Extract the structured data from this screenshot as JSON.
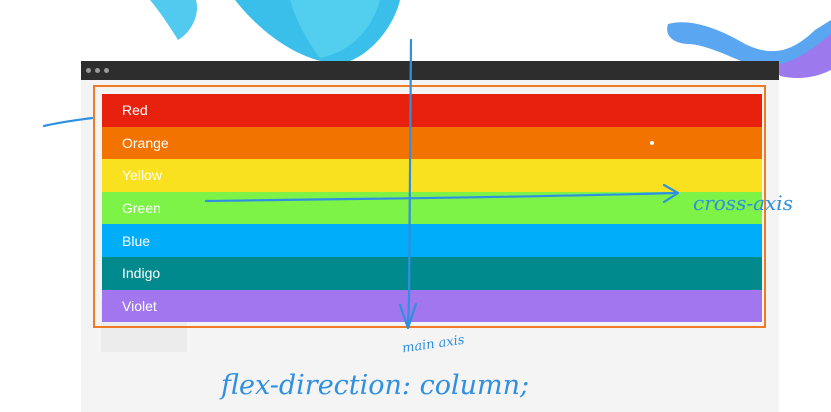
{
  "colors": {
    "border": "#ef7b25",
    "annotation": "#2f8fe0",
    "titlebar": "#2d2d2d"
  },
  "stripes": [
    {
      "label": "Red",
      "color": "#e8210f"
    },
    {
      "label": "Orange",
      "color": "#f37300"
    },
    {
      "label": "Yellow",
      "color": "#f9e11f"
    },
    {
      "label": "Green",
      "color": "#7df247"
    },
    {
      "label": "Blue",
      "color": "#00adf9"
    },
    {
      "label": "Indigo",
      "color": "#008a8d"
    },
    {
      "label": "Violet",
      "color": "#a276ef"
    }
  ],
  "annotations": {
    "cross_axis": "cross-axis",
    "main_axis": "main axis",
    "code": "flex-direction: column;"
  }
}
